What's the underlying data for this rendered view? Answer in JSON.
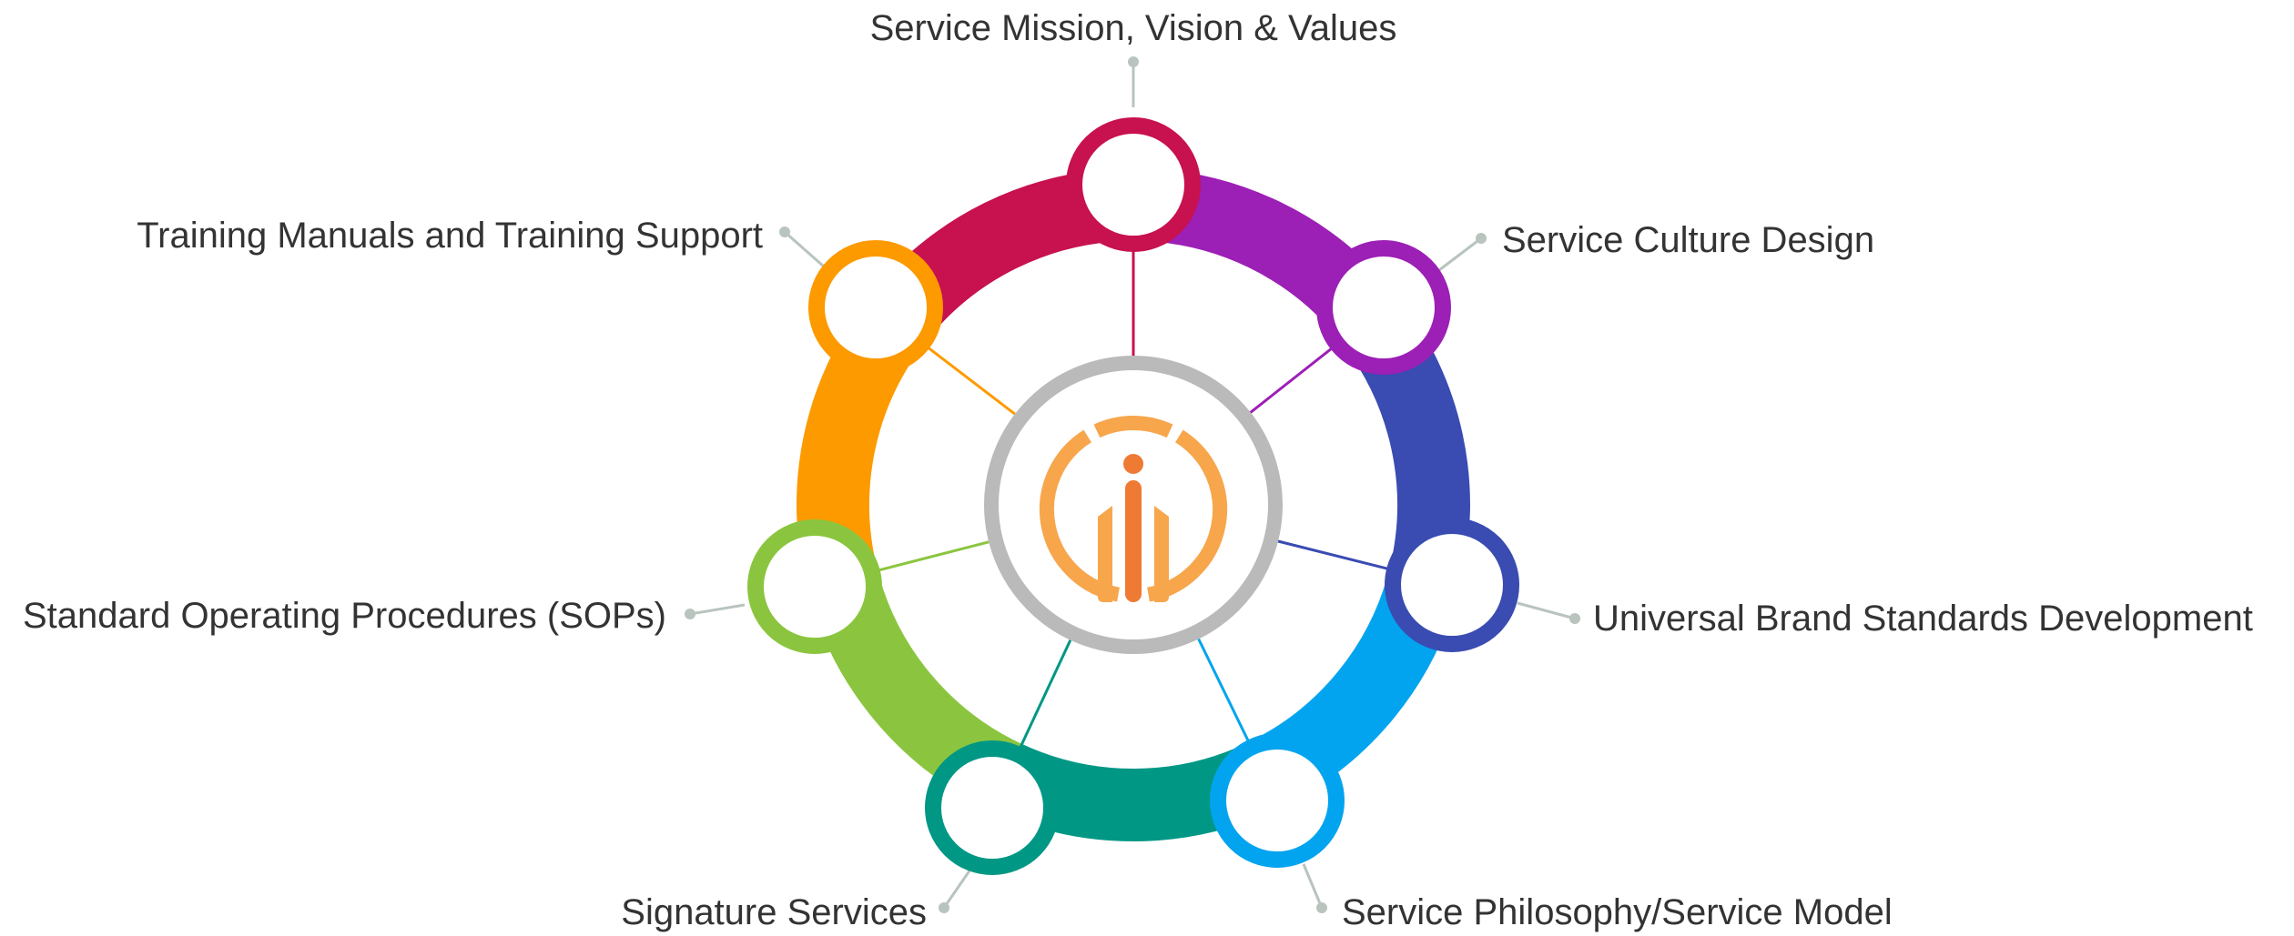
{
  "center": {
    "icon": "ii-logo-icon",
    "ring_color": "#bababa",
    "logo_colors": {
      "light": "#f7a64c",
      "dark": "#ef7a33"
    }
  },
  "leader_color": "#b8c4bd",
  "nodes": [
    {
      "id": "mission",
      "label": "Service Mission, Vision & Values",
      "color": "#c8114f"
    },
    {
      "id": "culture",
      "label": "Service Culture Design",
      "color": "#9c1fb6"
    },
    {
      "id": "brand",
      "label": "Universal Brand Standards Development",
      "color": "#3a4bb2"
    },
    {
      "id": "philosophy",
      "label": "Service Philosophy/Service Model",
      "color": "#03a4ef"
    },
    {
      "id": "signature",
      "label": "Signature Services",
      "color": "#009785"
    },
    {
      "id": "sops",
      "label": "Standard Operating Procedures (SOPs)",
      "color": "#8bc53f"
    },
    {
      "id": "training",
      "label": "Training Manuals and Training Support",
      "color": "#fd9a00"
    }
  ]
}
